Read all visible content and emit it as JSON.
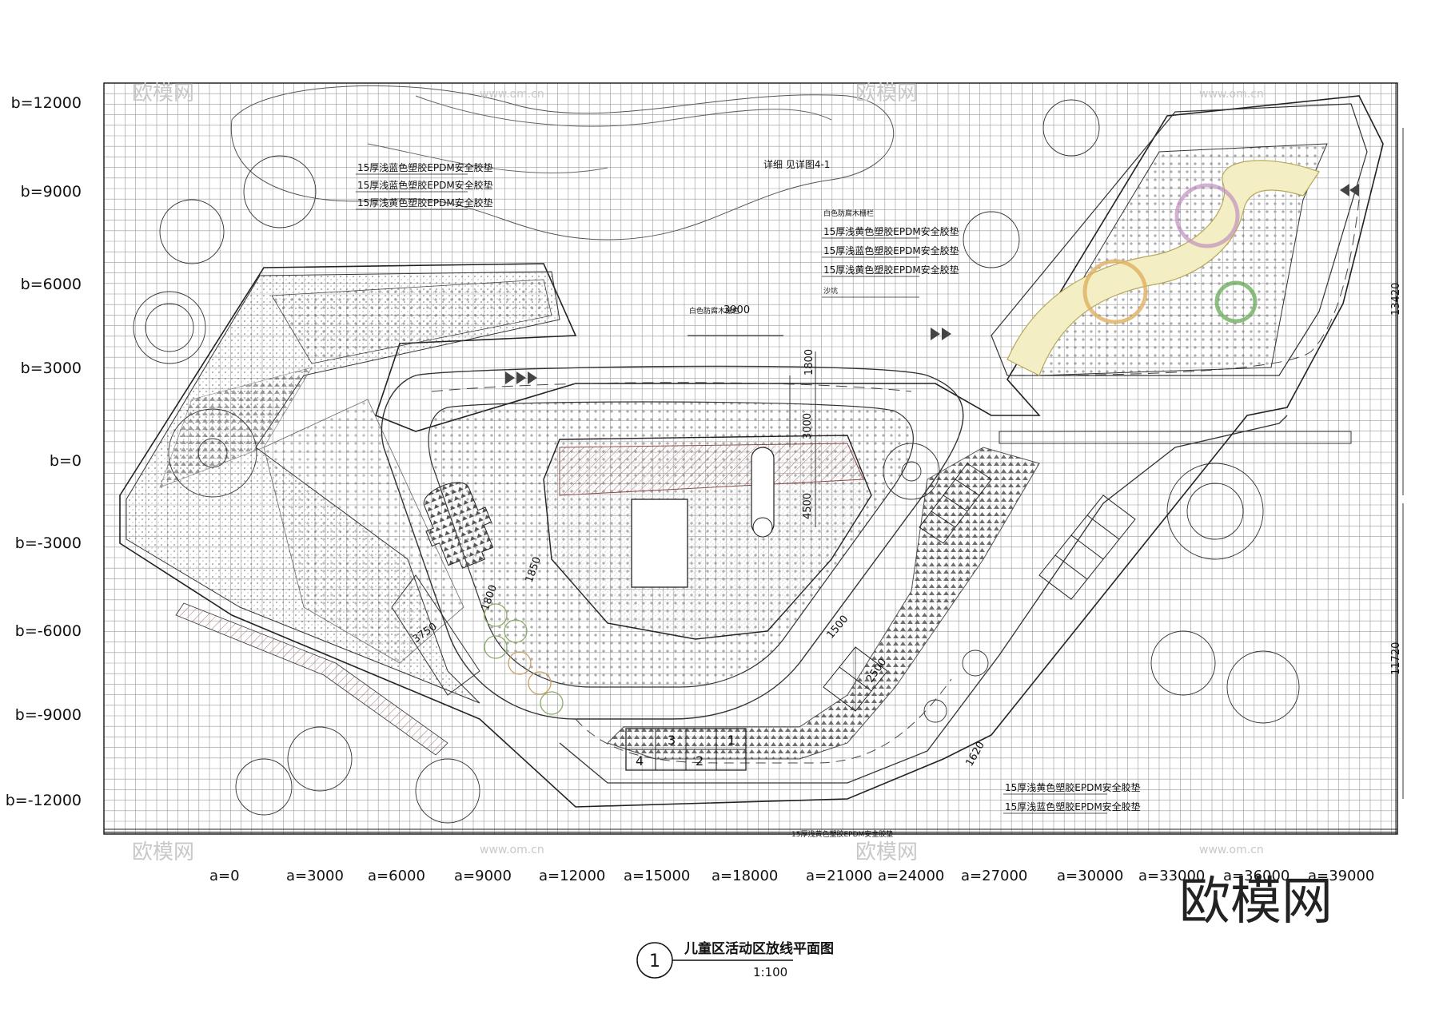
{
  "drawing": {
    "title": "儿童区活动区放线平面图",
    "scale": "1:100",
    "sheet_number": "1"
  },
  "grid": {
    "y_labels": [
      "b=12000",
      "b=9000",
      "b=6000",
      "b=3000",
      "b=0",
      "b=-3000",
      "b=-6000",
      "b=-9000",
      "b=-12000"
    ],
    "x_labels": [
      "a=0",
      "a=3000",
      "a=6000",
      "a=9000",
      "a=12000",
      "a=15000",
      "a=18000",
      "a=21000",
      "a=24000",
      "a=27000",
      "a=30000",
      "a=33000",
      "a=36000",
      "a=39000"
    ]
  },
  "notes": {
    "epdm_top_left": [
      "15厚浅蓝色塑胶EPDM安全胶垫",
      "15厚浅蓝色塑胶EPDM安全胶垫",
      "15厚浅黄色塑胶EPDM安全胶垫"
    ],
    "ref_detail": "详细 见详图4-1",
    "white_fence": "白色防腐木栅栏",
    "epdm_center": [
      "15厚浅黄色塑胶EPDM安全胶垫",
      "15厚浅蓝色塑胶EPDM安全胶垫",
      "15厚浅黄色塑胶EPDM安全胶垫"
    ],
    "sand": "沙坑",
    "fence_label": "白色防腐木栅栏",
    "epdm_bottom_right": [
      "15厚浅黄色塑胶EPDM安全胶垫",
      "15厚浅蓝色塑胶EPDM安全胶垫"
    ],
    "epdm_bottom": "15厚浅黄色塑胶EPDM安全胶垫"
  },
  "dimensions": {
    "d1": "3900",
    "d2": "1800",
    "d3": "3000",
    "d4": "4500",
    "d5": "1800",
    "d6": "1850",
    "d7": "3750",
    "d8": "1500",
    "d9": "2500",
    "d10": "1620",
    "right_top": "13420",
    "right_bottom": "11720"
  },
  "hopscotch": [
    "1",
    "2",
    "3",
    "4"
  ],
  "watermarks": {
    "brand": "欧模网",
    "site": "www.om.cn"
  }
}
